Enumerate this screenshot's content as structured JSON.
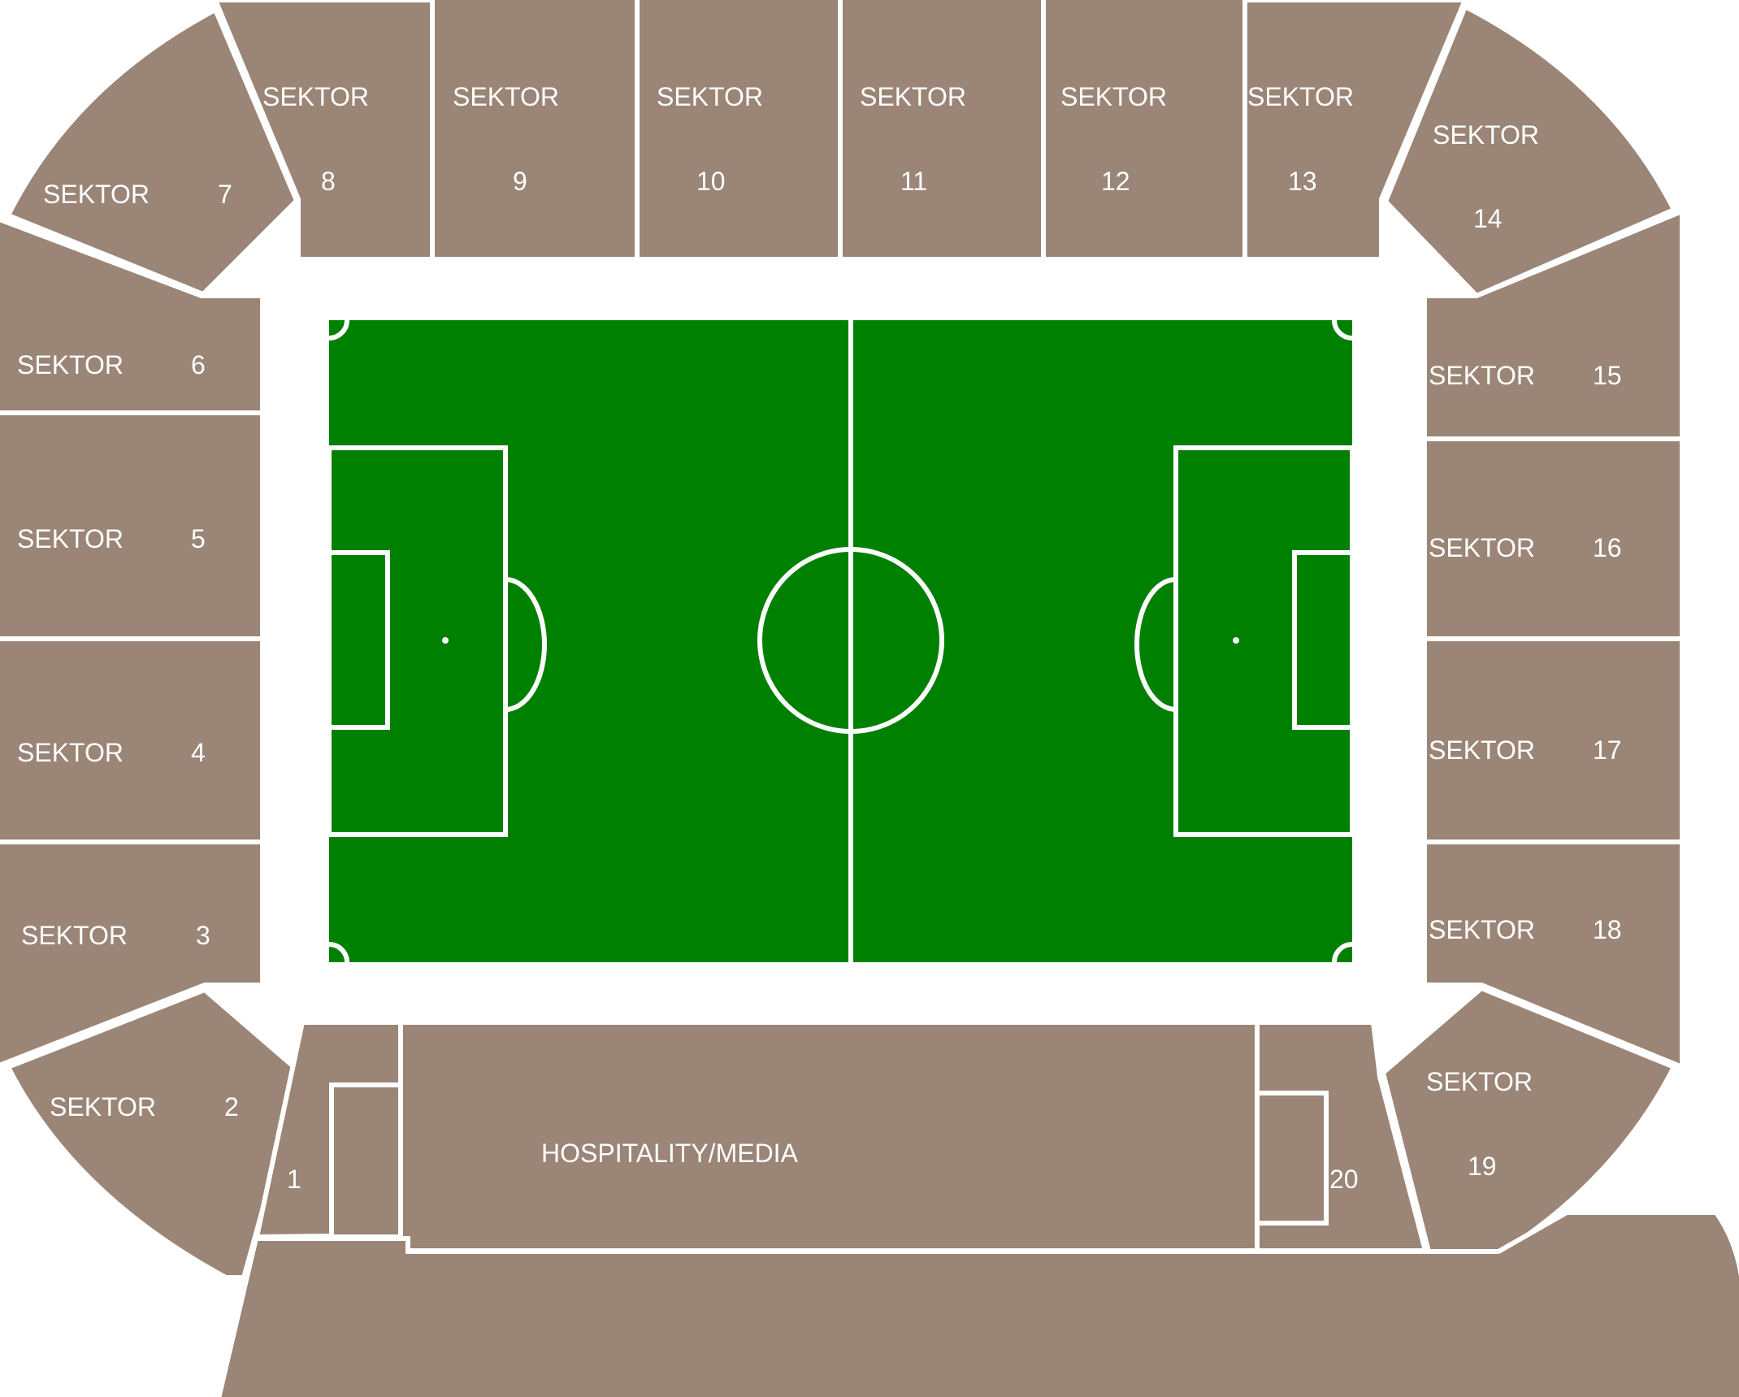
{
  "map": {
    "colors": {
      "background": "#ffffff",
      "seating": "#9a8576",
      "pitch": "#008000",
      "lines": "#ffffff"
    },
    "sectors": {
      "s1": {
        "word": "",
        "number": "1"
      },
      "s2": {
        "word": "SEKTOR",
        "number": "2"
      },
      "s3": {
        "word": "SEKTOR",
        "number": "3"
      },
      "s4": {
        "word": "SEKTOR",
        "number": "4"
      },
      "s5": {
        "word": "SEKTOR",
        "number": "5"
      },
      "s6": {
        "word": "SEKTOR",
        "number": "6"
      },
      "s7": {
        "word": "SEKTOR",
        "number": "7"
      },
      "s8": {
        "word": "SEKTOR",
        "number": "8"
      },
      "s9": {
        "word": "SEKTOR",
        "number": "9"
      },
      "s10": {
        "word": "SEKTOR",
        "number": "10"
      },
      "s11": {
        "word": "SEKTOR",
        "number": "11"
      },
      "s12": {
        "word": "SEKTOR",
        "number": "12"
      },
      "s13": {
        "word": "SEKTOR",
        "number": "13"
      },
      "s14": {
        "word": "SEKTOR",
        "number": "14"
      },
      "s15": {
        "word": "SEKTOR",
        "number": "15"
      },
      "s16": {
        "word": "SEKTOR",
        "number": "16"
      },
      "s17": {
        "word": "SEKTOR",
        "number": "17"
      },
      "s18": {
        "word": "SEKTOR",
        "number": "18"
      },
      "s19": {
        "word": "SEKTOR",
        "number": "19"
      },
      "s20": {
        "word": "",
        "number": "20"
      }
    },
    "hospitality": {
      "label": "HOSPITALITY/MEDIA"
    }
  }
}
